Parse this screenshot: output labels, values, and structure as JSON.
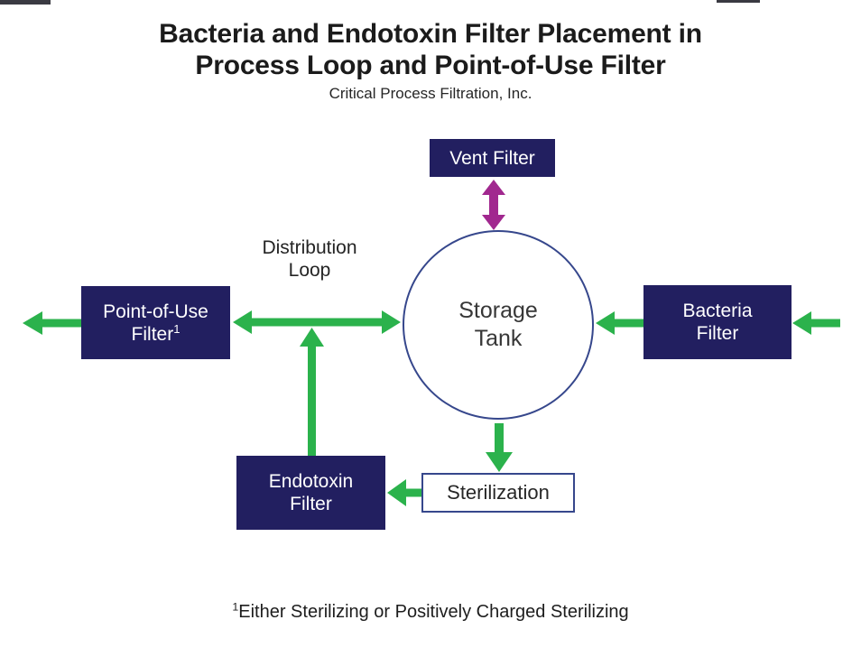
{
  "diagram": {
    "title_line1": "Bacteria and Endotoxin Filter Placement in",
    "title_line2": "Process Loop and Point-of-Use Filter",
    "subtitle": "Critical Process Filtration, Inc.",
    "nodes": {
      "vent_filter": {
        "label": "Vent Filter"
      },
      "storage_tank": {
        "label_line1": "Storage",
        "label_line2": "Tank"
      },
      "point_of_use_filter": {
        "label_line1": "Point-of-Use",
        "label_line2": "Filter",
        "superscript": "1"
      },
      "bacteria_filter": {
        "label_line1": "Bacteria",
        "label_line2": "Filter"
      },
      "endotoxin_filter": {
        "label_line1": "Endotoxin",
        "label_line2": "Filter"
      },
      "sterilization": {
        "label": "Sterilization"
      }
    },
    "labels": {
      "distribution_loop_line1": "Distribution",
      "distribution_loop_line2": "Loop"
    },
    "footnote": {
      "superscript": "1",
      "text": "Either Sterilizing or Positively Charged Sterilizing"
    }
  },
  "colors": {
    "navy_box": "#221f60",
    "green_arrow": "#2bb24c",
    "purple_arrow": "#a1288f",
    "circle_border": "#36478c",
    "text_dark": "#1e1e1e",
    "box_text": "#ffffff",
    "background": "#ffffff"
  }
}
